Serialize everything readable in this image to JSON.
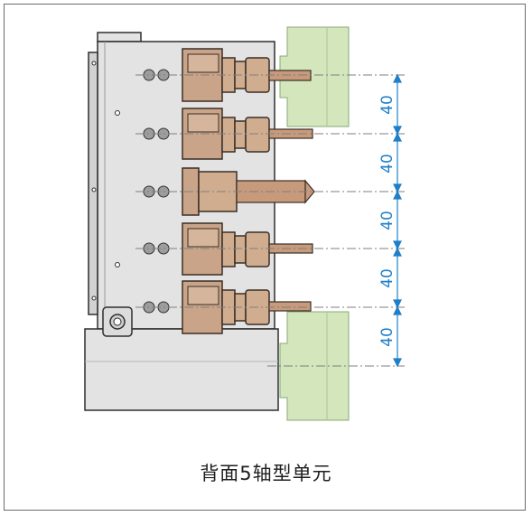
{
  "caption": "背面5轴型单元",
  "dimensions": [
    "40",
    "40",
    "40",
    "40",
    "40"
  ],
  "colors": {
    "body": "#e3e3e3",
    "edge": "#2e2e2e",
    "holder": "#c9a488",
    "collet": "#d1ad90",
    "tool": "#c79a7c",
    "bolt": "#9d9d9d",
    "workpiece": "#d3e6bc",
    "dim": "#1f7fc8",
    "centerline": "#7f7f7f"
  }
}
